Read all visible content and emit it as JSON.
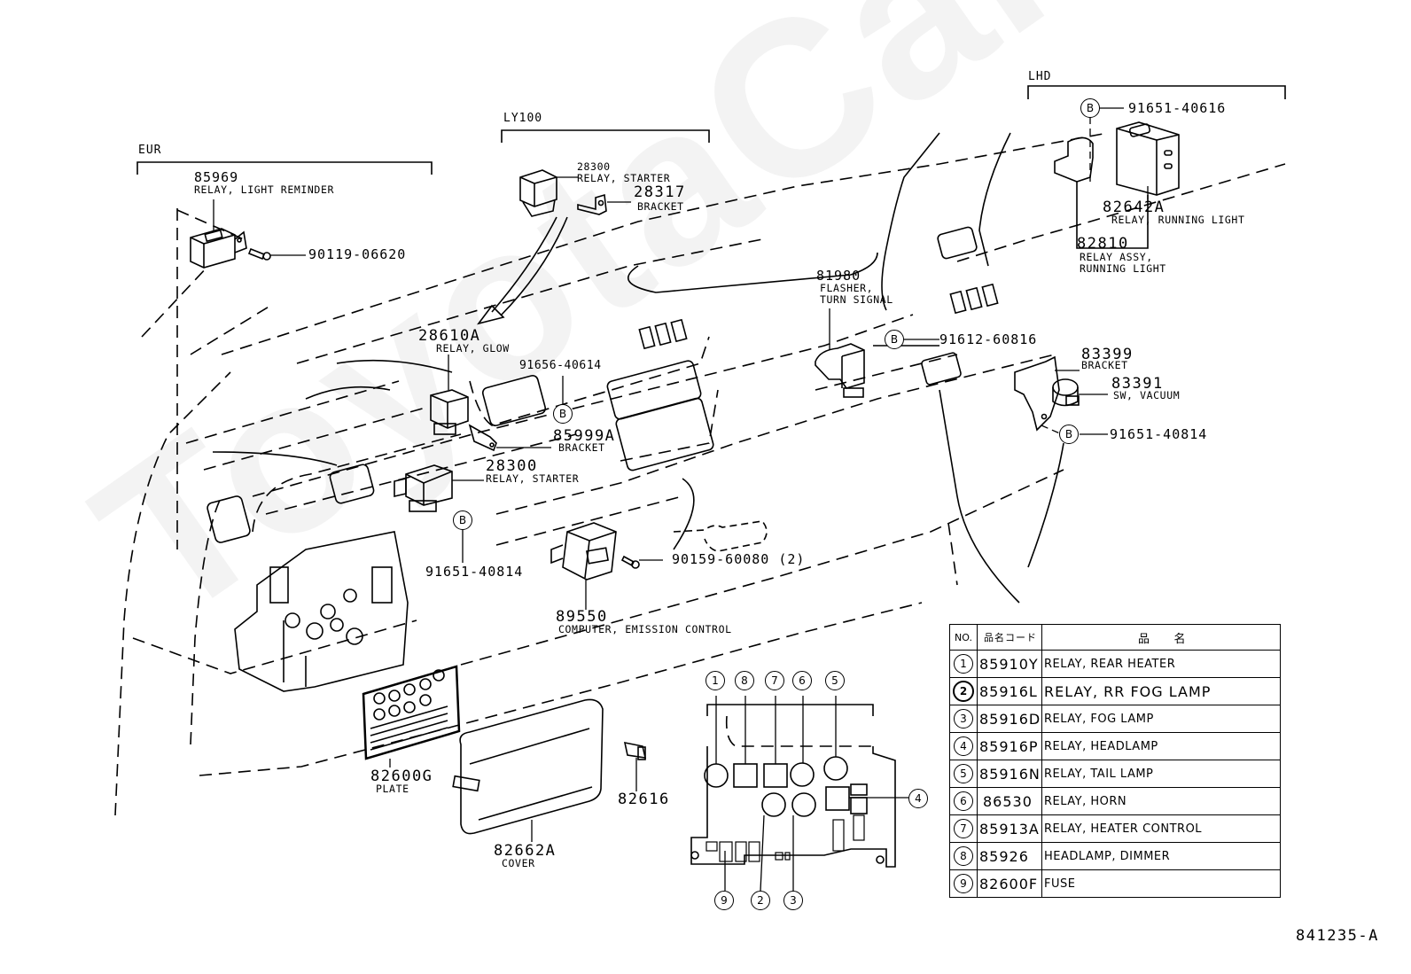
{
  "watermark": "ToyotaCarMenu",
  "drawing_id": "841235-A",
  "groups": {
    "eur": "EUR",
    "ly100": "LY100",
    "lhd": "LHD"
  },
  "callouts": {
    "p85969": {
      "part": "85969",
      "desc": "RELAY, LIGHT REMINDER"
    },
    "p90119": {
      "part": "90119-06620"
    },
    "p28300_ly": {
      "part": "28300",
      "desc": "RELAY, STARTER"
    },
    "p28317": {
      "part": "28317",
      "desc": "BRACKET"
    },
    "p91651_616": {
      "part": "91651-40616",
      "marker": "B"
    },
    "p82642a": {
      "part": "82642A",
      "desc": "RELAY, RUNNING LIGHT"
    },
    "p82810": {
      "part": "82810",
      "desc1": "RELAY ASSY,",
      "desc2": "RUNNING LIGHT"
    },
    "p81980": {
      "part": "81980",
      "desc1": "FLASHER,",
      "desc2": "TURN SIGNAL"
    },
    "p91612": {
      "part": "91612-60816",
      "marker": "B"
    },
    "p83399": {
      "part": "83399",
      "desc": "BRACKET"
    },
    "p83391": {
      "part": "83391",
      "desc": "SW, VACUUM"
    },
    "p91651_814r": {
      "part": "91651-40814",
      "marker": "B"
    },
    "p28610a": {
      "part": "28610A",
      "desc": "RELAY, GLOW"
    },
    "p91656": {
      "part": "91656-40614",
      "marker": "B"
    },
    "p85999a": {
      "part": "85999A",
      "desc": "BRACKET"
    },
    "p28300": {
      "part": "28300",
      "desc": "RELAY, STARTER"
    },
    "p91651_814l": {
      "part": "91651-40814",
      "marker": "B"
    },
    "p90159": {
      "part": "90159-60080 (2)"
    },
    "p89550": {
      "part": "89550",
      "desc": "COMPUTER, EMISSION CONTROL"
    },
    "p82600g": {
      "part": "82600G",
      "desc": "PLATE"
    },
    "p82662a": {
      "part": "82662A",
      "desc": "COVER"
    },
    "p82616": {
      "part": "82616"
    }
  },
  "junction_block_markers": [
    "1",
    "8",
    "7",
    "6",
    "5",
    "4",
    "9",
    "2",
    "3"
  ],
  "parts_table": {
    "headers": {
      "no": "NO.",
      "code": "品名コード",
      "name": "品　　名"
    },
    "rows": [
      {
        "no": "1",
        "code": "85910Y",
        "name": "RELAY, REAR HEATER"
      },
      {
        "no": "2",
        "code": "85916L",
        "name": "RELAY, RR FOG LAMP"
      },
      {
        "no": "3",
        "code": "85916D",
        "name": "RELAY, FOG LAMP"
      },
      {
        "no": "4",
        "code": "85916P",
        "name": "RELAY, HEADLAMP"
      },
      {
        "no": "5",
        "code": "85916N",
        "name": "RELAY, TAIL LAMP"
      },
      {
        "no": "6",
        "code": "86530",
        "name": "RELAY, HORN"
      },
      {
        "no": "7",
        "code": "85913A",
        "name": "RELAY, HEATER CONTROL"
      },
      {
        "no": "8",
        "code": "85926",
        "name": "HEADLAMP, DIMMER"
      },
      {
        "no": "9",
        "code": "82600F",
        "name": "FUSE"
      }
    ]
  }
}
